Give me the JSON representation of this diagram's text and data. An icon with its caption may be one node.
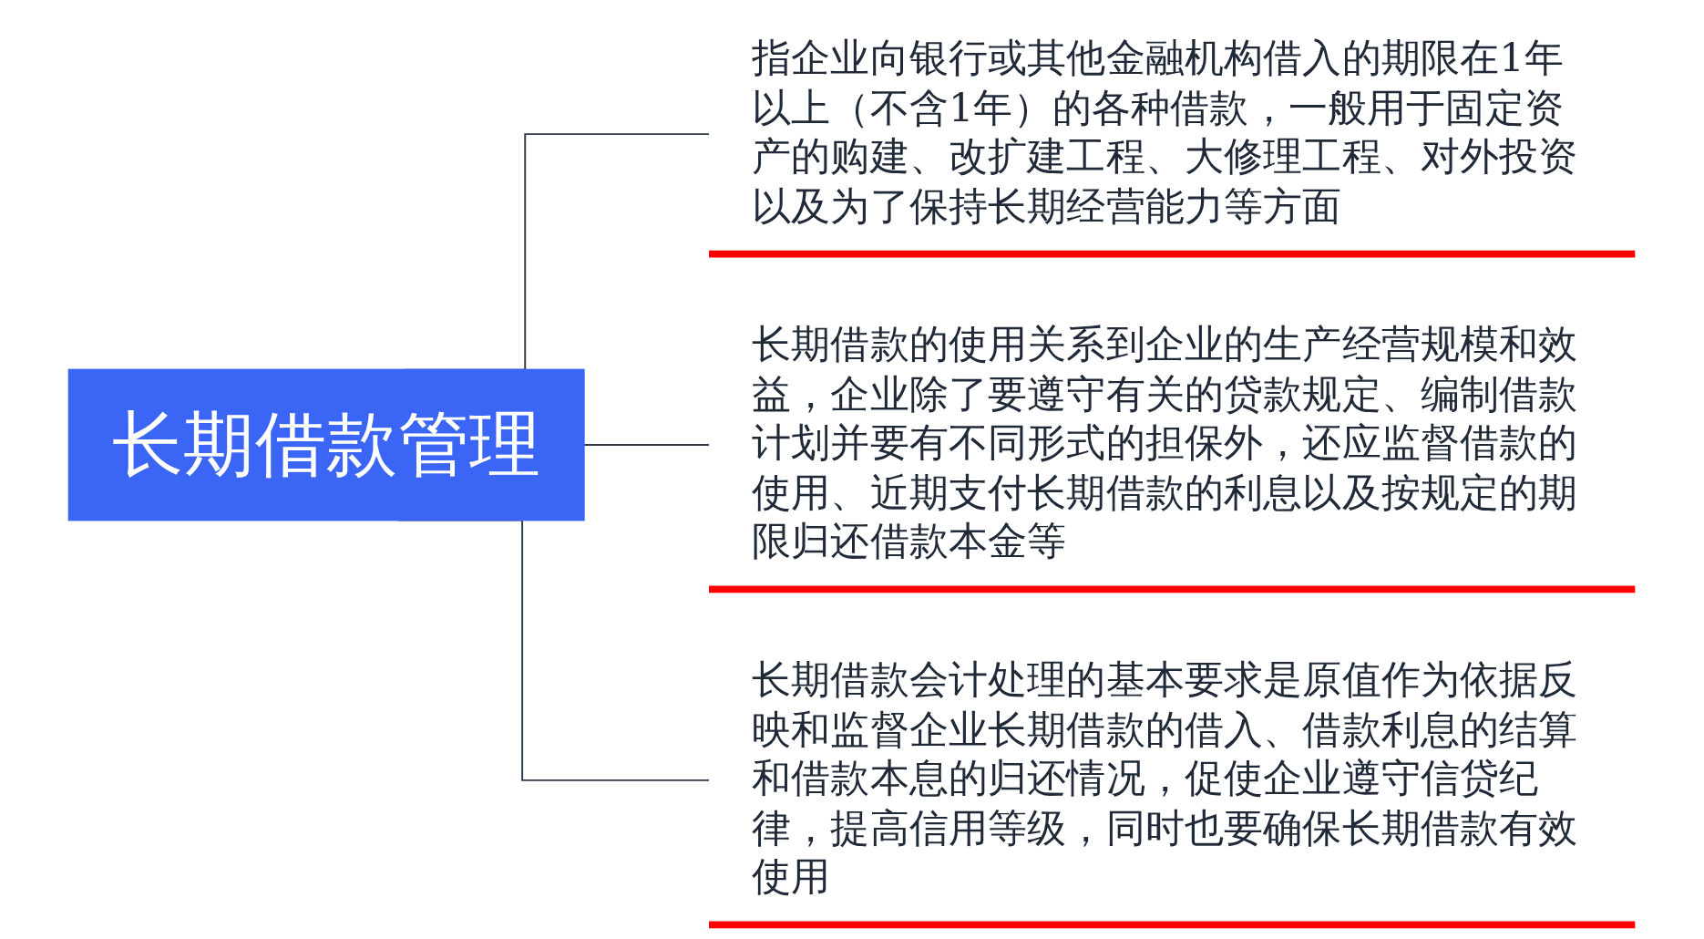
{
  "diagram": {
    "nodes": [
      {
        "text": [
          "长期借款管理"
        ]
      },
      {
        "text": [
          "指企业向银行或其他金融机构借入的期限在1年以上（不含1年）的各种借款，一般用于固定资产的购建、改扩建工程、大修理工程、对外投资以及为了保持长期经营能力等方面"
        ]
      },
      {
        "text": [
          "长期借款的使用关系到企业的生产经营规模和效益，企业除了要遵守有关的贷款规定、编制借款计划并要有不同形式的担保外，还应监督借款的使用、近期支付长期借款的利息以及按规定的期限归还借款本金等"
        ]
      },
      {
        "text": [
          "长期借款会计处理的基本要求是原值作为依据反映和监督企业长期借款的借入、借款利息的结算和借款本息的归还情况，促使企业遵守信贷纪律，提高信用等级，同时也要确保长期借款有效使用"
        ]
      }
    ],
    "edges": [
      {
        "from": 0,
        "to": 1,
        "arrow": "none"
      },
      {
        "from": 0,
        "to": 2,
        "arrow": "none"
      },
      {
        "from": 0,
        "to": 3,
        "arrow": "none"
      }
    ]
  }
}
